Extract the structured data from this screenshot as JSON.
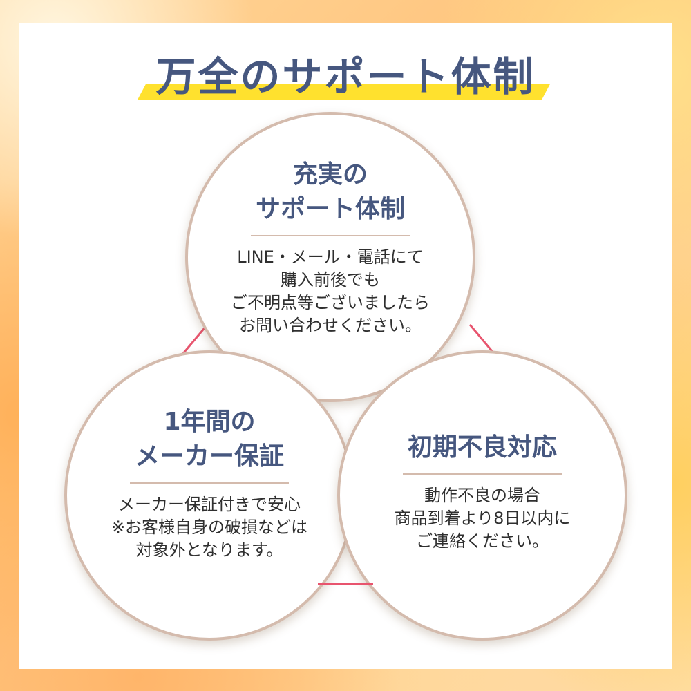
{
  "title": "万全のサポート体制",
  "colors": {
    "heading": "#46577f",
    "marker": "#ffe12e",
    "circle_border": "#d4bbad",
    "connector": "#e8546e"
  },
  "circles": [
    {
      "heading_lines": [
        "充実の",
        "サポート体制"
      ],
      "body_lines": [
        "LINE・メール・電話にて",
        "購入前後でも",
        "ご不明点等ございましたら",
        "お問い合わせください。"
      ]
    },
    {
      "heading_lines": [
        "1年間の",
        "メーカー保証"
      ],
      "body_lines": [
        "メーカー保証付きで安心",
        "※お客様自身の破損などは",
        "対象外となります。"
      ]
    },
    {
      "heading_lines": [
        "初期不良対応"
      ],
      "body_lines": [
        "動作不良の場合",
        "商品到着より8日以内に",
        "ご連絡ください。"
      ]
    }
  ]
}
